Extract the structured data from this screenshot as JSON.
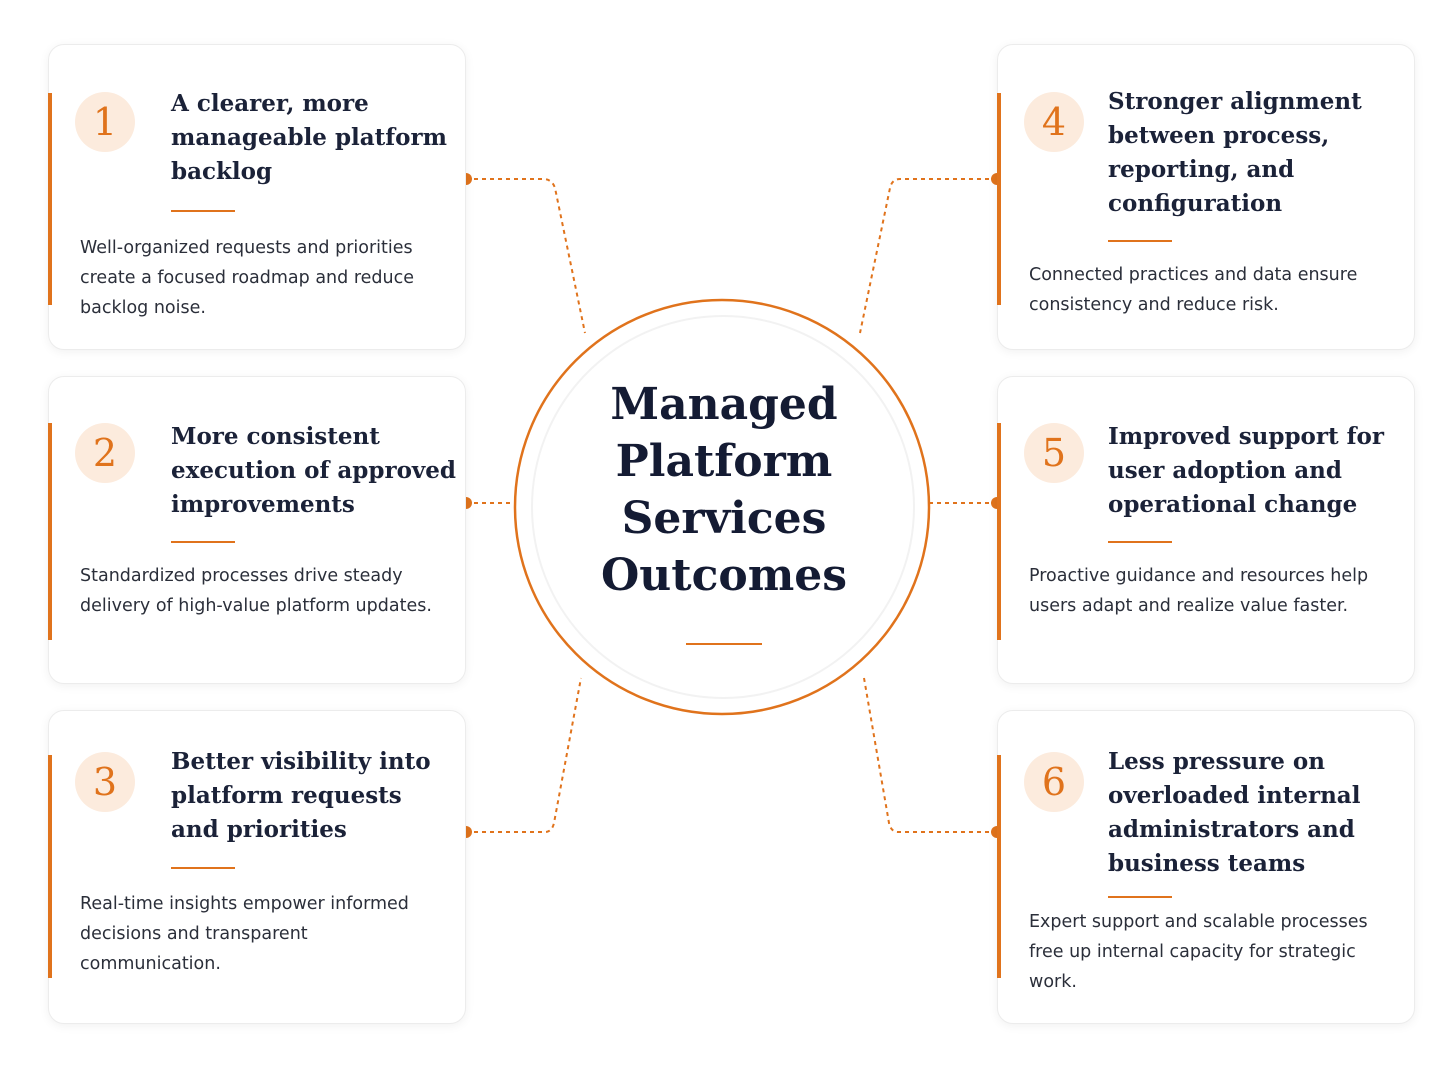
{
  "colors": {
    "accent": "#E0731C",
    "badge_background": "#FCEBDD",
    "title_text": "#1b2238",
    "body_text": "#2b2f3a",
    "card_border": "#ececec"
  },
  "center": {
    "title": "Managed Platform Services Outcomes"
  },
  "outcomes": [
    {
      "number": "1",
      "title": "A clearer, more manageable platform backlog",
      "description": "Well-organized requests and priorities create a focused roadmap and reduce backlog noise."
    },
    {
      "number": "2",
      "title": "More consistent execution of approved improvements",
      "description": "Standardized processes drive steady delivery of high-value platform updates."
    },
    {
      "number": "3",
      "title": "Better visibility into platform requests and priorities",
      "description": "Real-time insights empower informed decisions and transparent communication."
    },
    {
      "number": "4",
      "title": "Stronger alignment between process, reporting, and configuration",
      "description": "Connected practices and data ensure consistency and reduce risk."
    },
    {
      "number": "5",
      "title": "Improved support for user adoption and operational change",
      "description": "Proactive guidance and resources help users adapt and realize value faster."
    },
    {
      "number": "6",
      "title": "Less pressure on overloaded internal administrators and business teams",
      "description": "Expert support and scalable processes free up internal capacity for strategic work."
    }
  ]
}
